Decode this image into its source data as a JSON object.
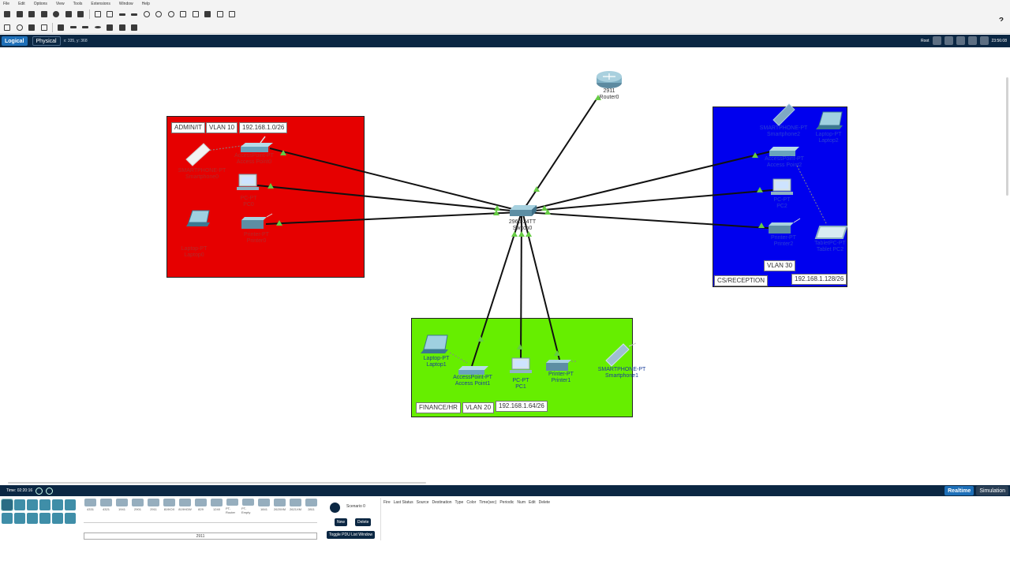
{
  "menu": [
    "File",
    "Edit",
    "Options",
    "View",
    "Tools",
    "Extensions",
    "Window",
    "Help"
  ],
  "toolbar": {
    "help_label": "?",
    "primary_icons": [
      "new-icon",
      "open-icon",
      "save-icon",
      "print-icon",
      "info-icon",
      "wizard-icon",
      "gear-icon",
      "copy-icon",
      "paste-icon",
      "undo-icon",
      "redo-icon",
      "zoom-in-icon",
      "zoom-reset-icon",
      "zoom-out-icon",
      "rect-icon",
      "palette-icon",
      "custom-device-icon",
      "cluster-icon",
      "pdu-icon"
    ],
    "secondary_icons": [
      "select-icon",
      "inspect-icon",
      "delete-icon",
      "resize-icon",
      "note-icon",
      "line-icon",
      "rectangle-icon",
      "ellipse-icon",
      "freehand-icon",
      "simple-pdu-icon",
      "complex-pdu-icon"
    ]
  },
  "tabs": {
    "logical": "Logical",
    "physical": "Physical",
    "coords": "x: 335, y: 368",
    "root": "Root",
    "clock": "23:56:08"
  },
  "zones": {
    "admin": {
      "name": "ADMIN/IT",
      "vlan": "VLAN 10",
      "subnet": "192.168.1.0/26",
      "color": "#e60000"
    },
    "cs": {
      "name": "CS/RECEPTION",
      "vlan": "VLAN 30",
      "subnet": "192.168.1.128/26",
      "color": "#0000ee"
    },
    "finance": {
      "name": "FINANCE/HR",
      "vlan": "VLAN 20",
      "subnet": "192.168.1.64/26",
      "color": "#66ee00"
    }
  },
  "devices": {
    "router0": {
      "model": "2911",
      "name": "Router0"
    },
    "switch0": {
      "model": "2960-24TT",
      "name": "Switch0"
    },
    "admin_phone": {
      "model": "SMARTPHONE-PT",
      "name": "Smartphone0"
    },
    "admin_ap": {
      "model": "AccessPoint-PT",
      "name": "Access Point0"
    },
    "admin_pc": {
      "model": "PC-PT",
      "name": "PC0"
    },
    "admin_laptop": {
      "model": "Laptop-PT",
      "name": "Laptop0"
    },
    "admin_printer": {
      "model": "Printer-PT",
      "name": "Printer0"
    },
    "cs_phone": {
      "model": "SMARTPHONE-PT",
      "name": "Smartphone2"
    },
    "cs_laptop": {
      "model": "Laptop-PT",
      "name": "Laptop2"
    },
    "cs_ap": {
      "model": "AccessPoint-PT",
      "name": "Access Point2"
    },
    "cs_pc": {
      "model": "PC-PT",
      "name": "PC2"
    },
    "cs_printer": {
      "model": "Printer-PT",
      "name": "Printer2"
    },
    "cs_tablet": {
      "model": "TabletPC-PT",
      "name": "Tablet PC2"
    },
    "fin_laptop": {
      "model": "Laptop-PT",
      "name": "Laptop1"
    },
    "fin_ap": {
      "model": "AccessPoint-PT",
      "name": "Access Point1"
    },
    "fin_pc": {
      "model": "PC-PT",
      "name": "PC1"
    },
    "fin_printer": {
      "model": "Printer-PT",
      "name": "Printer1"
    },
    "fin_phone": {
      "model": "SMARTPHONE-PT",
      "name": "Smartphone1"
    }
  },
  "status": {
    "time": "Time: 02:20:16",
    "realtime": "Realtime",
    "simulation": "Simulation"
  },
  "device_panel": {
    "models": [
      "4331",
      "4321",
      "1941",
      "2901",
      "2911",
      "819IOX",
      "819HGW",
      "829",
      "1240",
      "PT-Router",
      "PT-Empty",
      "1841",
      "2620XM",
      "2621XM",
      "2811"
    ],
    "selected_model": "2911",
    "scenario": "Scenario 0",
    "new_label": "New",
    "delete_label": "Delete",
    "toggle_label": "Toggle PDU List Window",
    "pdu_columns": [
      "Fire",
      "Last Status",
      "Source",
      "Destination",
      "Type",
      "Color",
      "Time(sec)",
      "Periodic",
      "Num",
      "Edit",
      "Delete"
    ]
  }
}
